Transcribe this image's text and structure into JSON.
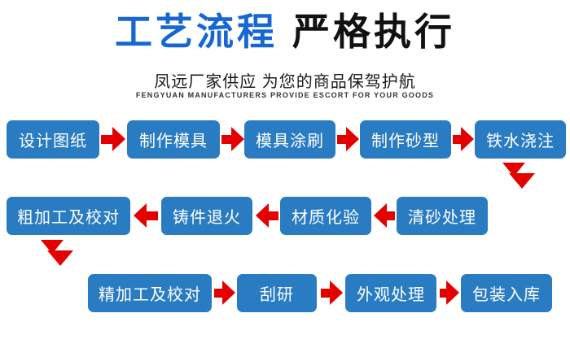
{
  "header": {
    "title_blue": "工艺流程",
    "title_black": "严格执行",
    "subtitle": "凤远厂家供应 为您的商品保驾护航",
    "subtitle_en": "FENGYUAN MANUFACTURERS PROVIDE ESCORT FOR YOUR GOODS"
  },
  "colors": {
    "box_blue": "#2a7cc2",
    "title_blue": "#1667d2",
    "arrow_red": "#e50000",
    "text_dark": "#111111"
  },
  "flow": {
    "row1": [
      "设计图纸",
      "制作模具",
      "模具涂刷",
      "制作砂型",
      "铁水浇注"
    ],
    "row2": [
      "粗加工及校对",
      "铸件退火",
      "材质化验",
      "清砂处理"
    ],
    "row3": [
      "精加工及校对",
      "刮研",
      "外观处理",
      "包装入库"
    ]
  }
}
